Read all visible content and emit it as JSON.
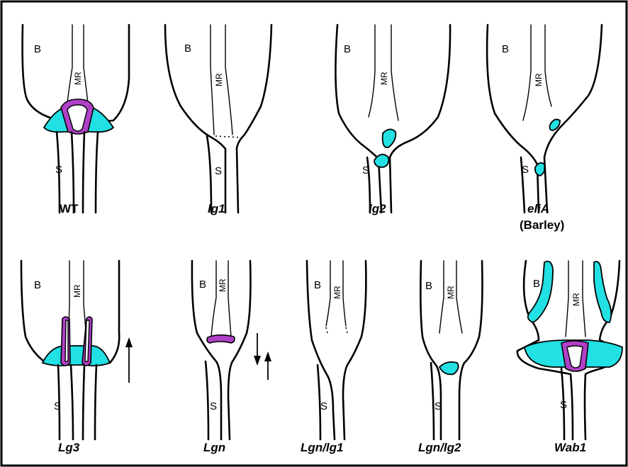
{
  "labels": {
    "blade": "B",
    "sheath": "S",
    "midrib": "MR"
  },
  "panels": [
    {
      "id": "wt",
      "caption": "WT",
      "italic": false
    },
    {
      "id": "lg1",
      "caption": "lg1",
      "italic": true
    },
    {
      "id": "lg2",
      "caption": "lg2",
      "italic": true
    },
    {
      "id": "elia",
      "caption": "eliA",
      "italic": true,
      "subcaption": "(Barley)"
    },
    {
      "id": "lg3",
      "caption": "Lg3",
      "italic": true
    },
    {
      "id": "lgn",
      "caption": "Lgn",
      "italic": true
    },
    {
      "id": "lgn-lg1",
      "caption": "Lgn/lg1",
      "italic": true
    },
    {
      "id": "lgn-lg2",
      "caption": "Lgn/lg2",
      "italic": true
    },
    {
      "id": "wab1",
      "caption": "Wab1",
      "italic": true
    }
  ],
  "colors": {
    "auricle": "#22e0e3",
    "ligule": "#b040c8",
    "outline": "#000000"
  }
}
